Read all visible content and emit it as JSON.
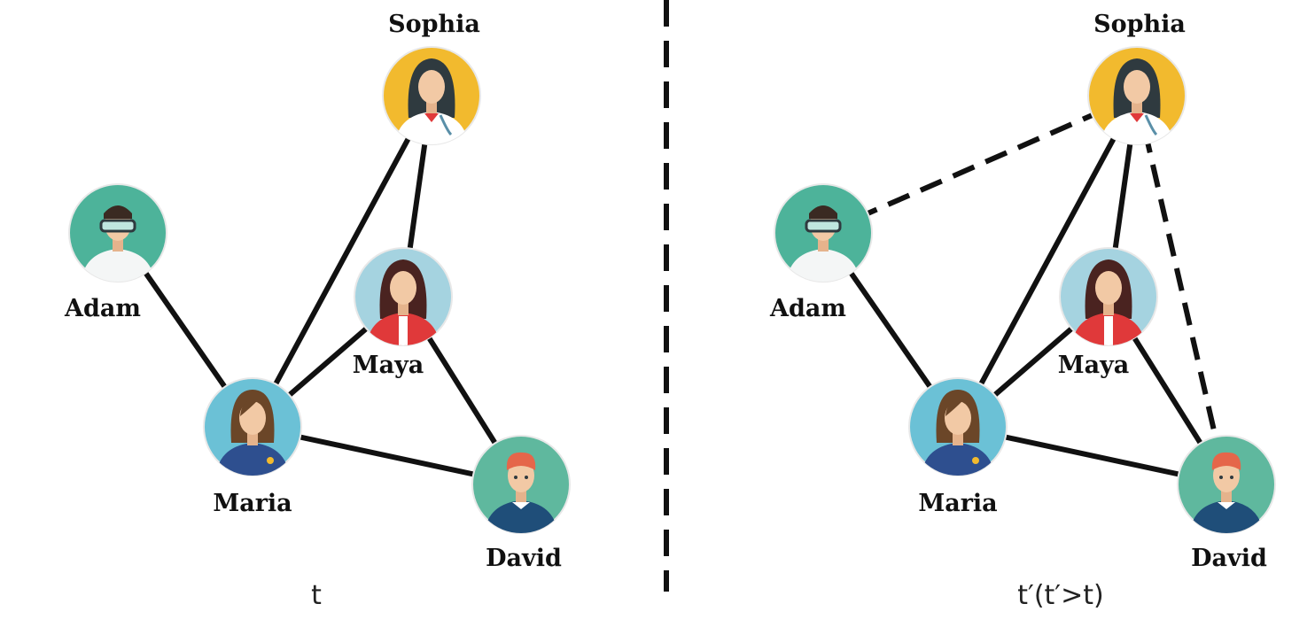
{
  "people": [
    {
      "id": "sophia",
      "name": "Sophia",
      "bg": "#F2BA2E",
      "hair": "#2F3A3F",
      "clothes": "#FFFFFF",
      "role": "doctor"
    },
    {
      "id": "adam",
      "name": "Adam",
      "bg": "#4DB39A",
      "hair": "#3A2A22",
      "clothes": "#F4F6F6",
      "role": "goggles"
    },
    {
      "id": "maya",
      "name": "Maya",
      "bg": "#A5D3E0",
      "hair": "#4A2320",
      "clothes": "#E0393A",
      "role": "curly"
    },
    {
      "id": "maria",
      "name": "Maria",
      "bg": "#6BC1D6",
      "hair": "#6B4628",
      "clothes": "#2E4F8F",
      "role": "pilot"
    },
    {
      "id": "david",
      "name": "David",
      "bg": "#5FB89E",
      "hair": "#E5664A",
      "clothes": "#1F4E79",
      "role": "boy"
    }
  ],
  "panels": [
    {
      "id": "before",
      "caption": "t",
      "solid_edges": [
        [
          "adam",
          "maria"
        ],
        [
          "maria",
          "sophia"
        ],
        [
          "maria",
          "maya"
        ],
        [
          "maria",
          "david"
        ],
        [
          "sophia",
          "maya"
        ],
        [
          "maya",
          "david"
        ]
      ],
      "dashed_edges": []
    },
    {
      "id": "after",
      "caption": "t′(t′>t)",
      "solid_edges": [
        [
          "adam",
          "maria"
        ],
        [
          "maria",
          "sophia"
        ],
        [
          "maria",
          "maya"
        ],
        [
          "maria",
          "david"
        ],
        [
          "sophia",
          "maya"
        ],
        [
          "maya",
          "david"
        ]
      ],
      "dashed_edges": [
        [
          "adam",
          "sophia"
        ],
        [
          "sophia",
          "david"
        ]
      ]
    }
  ],
  "colors": {
    "edge": "#111111",
    "divider": "#111111",
    "face": "#F2C9A5"
  }
}
